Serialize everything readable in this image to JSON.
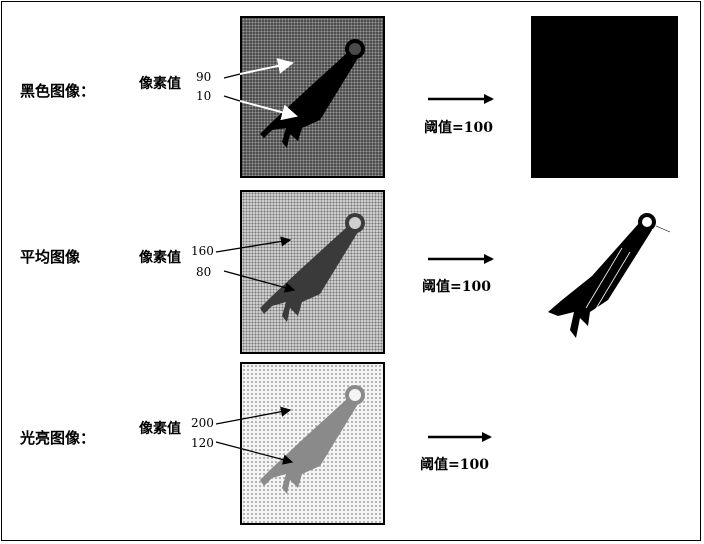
{
  "rows": [
    {
      "label": "黑色图像：",
      "pixel_label": "像素值",
      "bg_value": "90",
      "obj_value": "10",
      "threshold_label": "阈值=",
      "threshold_value": "100",
      "result": "all-black"
    },
    {
      "label": "平均图像",
      "pixel_label": "像素值",
      "bg_value": "160",
      "obj_value": "80",
      "threshold_label": "阈值=",
      "threshold_value": "100",
      "result": "object-silhouette"
    },
    {
      "label": "光亮图像：",
      "pixel_label": "像素值",
      "bg_value": "200",
      "obj_value": "120",
      "threshold_label": "阈值=",
      "threshold_value": "100",
      "result": "all-white"
    }
  ],
  "colors": {
    "dark_background": "#4a4a4a",
    "dark_object": "#000000",
    "mid_background": "#cfcfcf",
    "mid_object": "#3a3a3a",
    "light_background": "#f4f4f4",
    "light_object": "#8a8a8a"
  }
}
